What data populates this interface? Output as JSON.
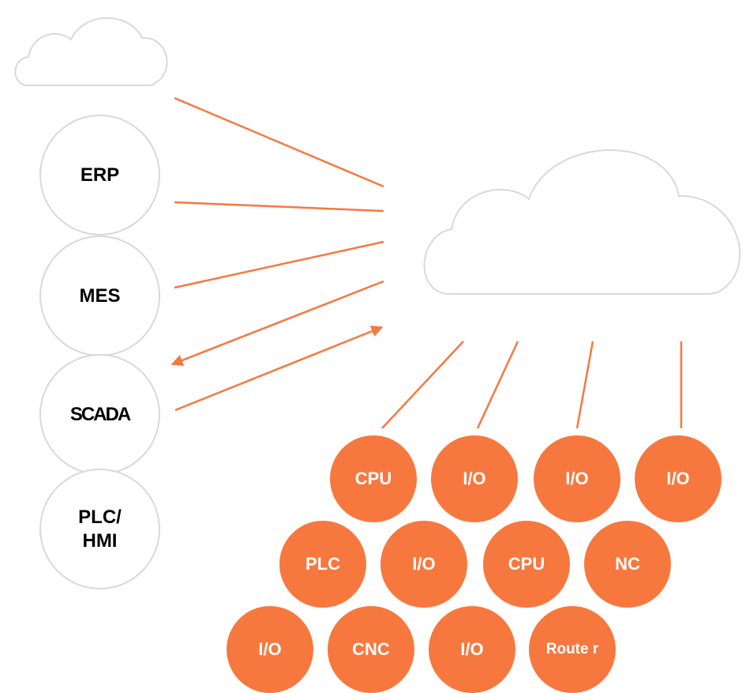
{
  "colors": {
    "accent": "#f7783f",
    "outline": "#d9d9d9",
    "text_dark": "#000000",
    "text_light": "#ffffff"
  },
  "left_stack": [
    {
      "label": "ERP"
    },
    {
      "label": "MES"
    },
    {
      "label": "SCADA"
    },
    {
      "label": "PLC/\nHMI"
    }
  ],
  "devices": {
    "row1": [
      "CPU",
      "I/O",
      "I/O",
      "I/O"
    ],
    "row2": [
      "PLC",
      "I/O",
      "CPU",
      "NC"
    ],
    "row3": [
      "I/O",
      "CNC",
      "I/O",
      "Route r"
    ]
  }
}
